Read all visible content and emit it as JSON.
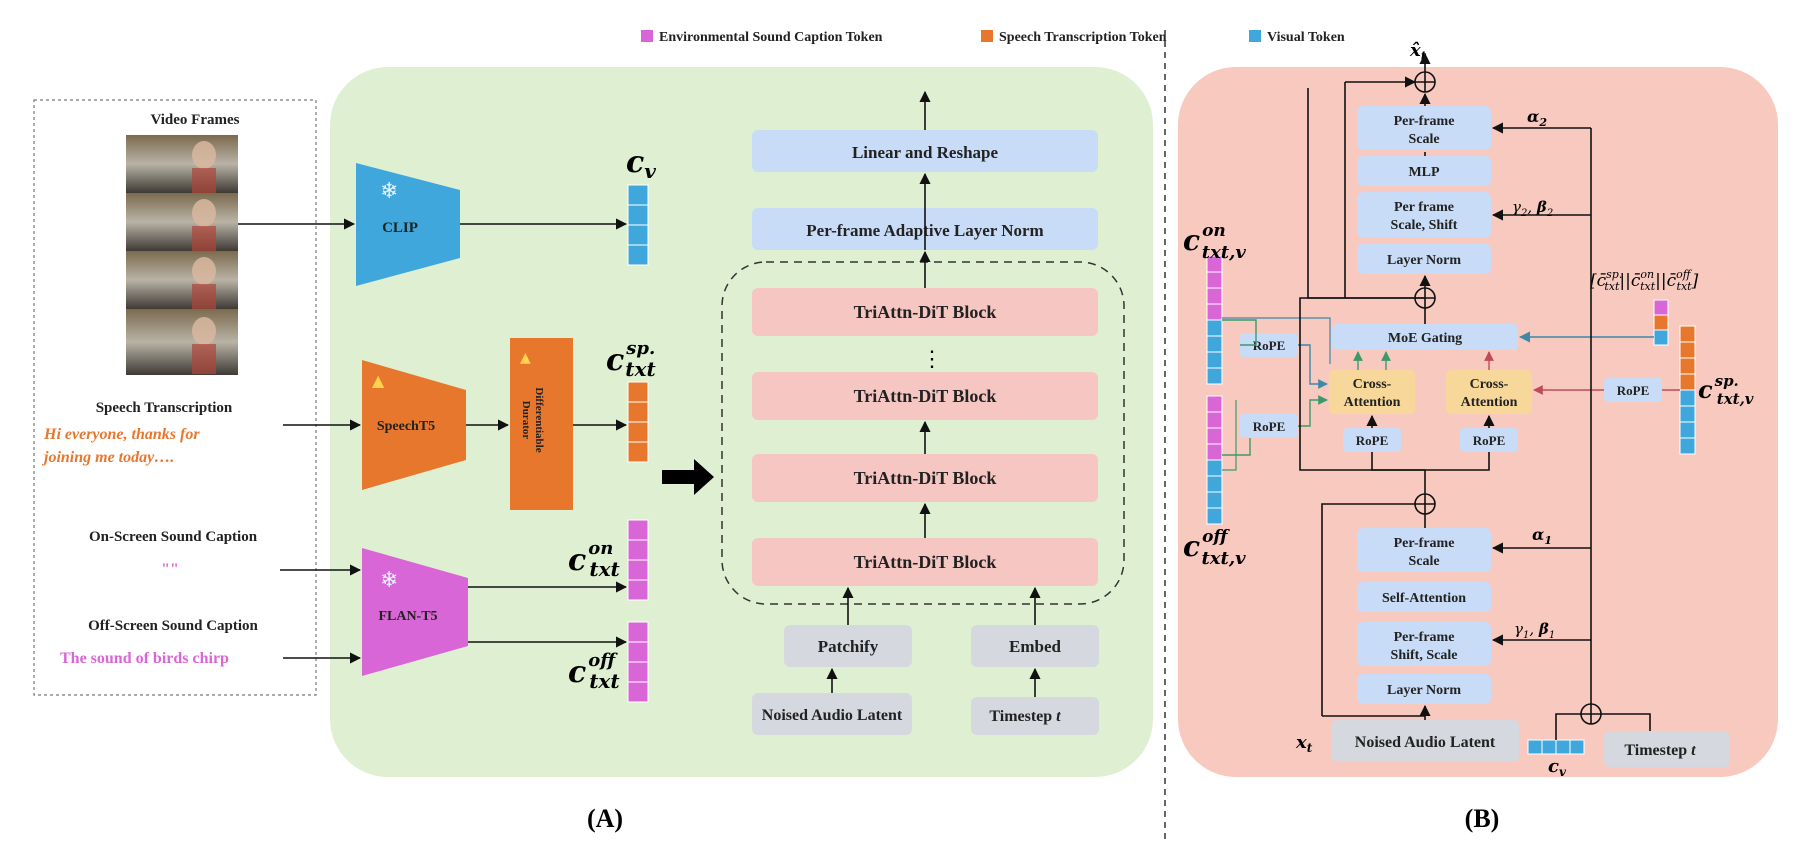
{
  "legend": {
    "items": [
      {
        "label": "Environmental Sound Caption Token",
        "color": "#d966d6"
      },
      {
        "label": "Speech Transcription Token",
        "color": "#e8772e"
      },
      {
        "label": "Visual Token",
        "color": "#3fa7dc"
      }
    ]
  },
  "colors": {
    "panel_a_bg": "#dff0d2",
    "panel_b_bg": "#f7c9bf",
    "block_blue": "#c9dcf7",
    "block_pink": "#f6c6c2",
    "block_gray": "#d6d8df",
    "block_gold": "#f8d89a",
    "clip": "#3fa7dc",
    "speecht5": "#e8772e",
    "flant5": "#d966d6"
  },
  "panel_a": {
    "label": "(A)",
    "inputs": {
      "video_frames": "Video Frames",
      "speech_transcription": "Speech Transcription",
      "speech_text_line1": "Hi  everyone,  thanks  for",
      "speech_text_line2": "joining me today….",
      "onscreen_caption": "On-Screen Sound Caption",
      "onscreen_value": "\"\"",
      "offscreen_caption": "Off-Screen Sound Caption",
      "offscreen_value": "The sound of birds chirp"
    },
    "encoders": {
      "clip": "CLIP",
      "speecht5": "SpeechT5",
      "flant5": "FLAN-T5",
      "durator_line1": "Differentiable",
      "durator_line2": "Durator"
    },
    "blocks": {
      "linear_reshape": "Linear and Reshape",
      "adaln": "Per-frame Adaptive Layer Norm",
      "dit": "TriAttn-DiT Block",
      "vdots": "⋮",
      "patchify": "Patchify",
      "embed": "Embed",
      "noised_latent": "Noised Audio Latent",
      "timestep": "Timestep"
    }
  },
  "panel_b": {
    "label": "(B)",
    "blocks": {
      "scale2": "Per-frame",
      "scale2_b": "Scale",
      "mlp": "MLP",
      "scale_shift_1": "Per frame",
      "scale_shift_2": "Scale, Shift",
      "layer_norm": "Layer Norm",
      "moe_gating": "MoE Gating",
      "cross_attention_a": "Cross-",
      "cross_attention_b": "Attention",
      "rope": "RoPE",
      "scale1_a": "Per-frame",
      "scale1_b": "Scale",
      "self_attention": "Self-Attention",
      "shift_scale_1": "Per-frame",
      "shift_scale_2": "Shift, Scale",
      "layer_norm_2": "Layer Norm",
      "noised_latent": "Noised Audio Latent",
      "timestep": "Timestep"
    }
  }
}
